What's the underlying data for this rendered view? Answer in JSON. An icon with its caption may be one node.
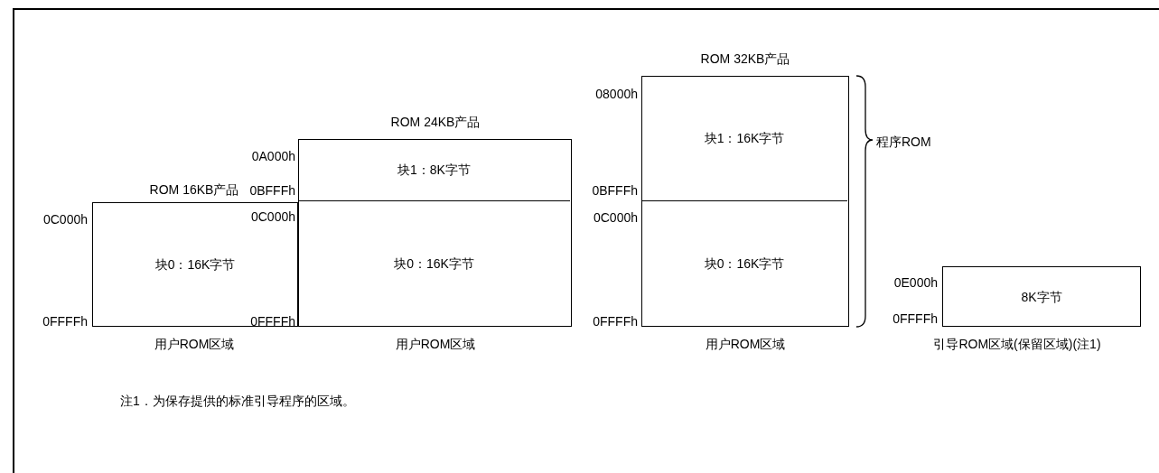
{
  "diagram": {
    "nodes": [
      {
        "text": [
          "ROM 16KB产品",
          "块0：16K字节"
        ],
        "beside": [
          "0C000h",
          "0FFFFh",
          "用户ROM区域"
        ]
      },
      {
        "text": [
          "ROM 24KB产品"
        ],
        "beside": [
          "用户ROM区域"
        ]
      },
      {
        "text": [
          "块1：8K字节"
        ],
        "in": 1,
        "beside": [
          "0A000h",
          "0BFFFh"
        ]
      },
      {
        "text": [
          "块0：16K字节"
        ],
        "in": 1
      },
      {
        "text": [
          "ROM 32KB产品"
        ],
        "beside": [
          "用户ROM区域"
        ]
      },
      {
        "text": [
          "块1：16K字节"
        ],
        "in": 4,
        "beside": [
          "08000h",
          "0BFFFh"
        ]
      },
      {
        "text": [
          "块0：16K字节"
        ],
        "in": 4
      },
      {
        "text": [
          "8K字节"
        ],
        "beside": [
          "0E000h",
          "0FFFFh",
          "引导ROM区域(保留区域)(注1)"
        ]
      }
    ],
    "labels": [
      "0C000h",
      "0FFFFh",
      "0C000h",
      "0FFFFh",
      "程序ROM",
      "注1．为保存提供的标准引导程序的区域。"
    ]
  }
}
